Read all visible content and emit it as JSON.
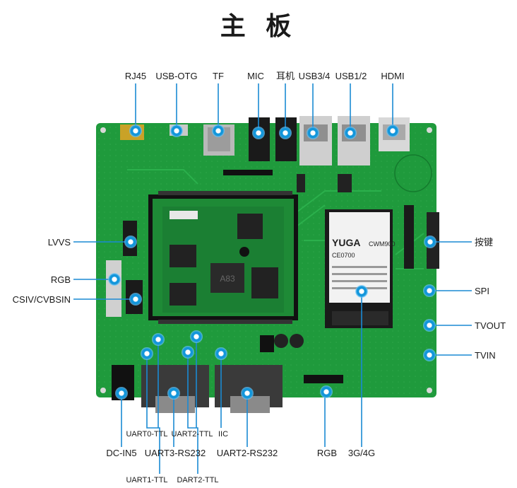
{
  "title": "主 板",
  "board": {
    "module_brand": "YUGA",
    "module_model": "CWM900",
    "module_ce": "CE0700",
    "main_chip": "A83"
  },
  "labels": {
    "rj45": "RJ45",
    "usb_otg": "USB-OTG",
    "tf": "TF",
    "mic": "MIC",
    "earphone": "耳机",
    "usb34": "USB3/4",
    "usb12": "USB1/2",
    "hdmi": "HDMI",
    "lvvs": "LVVS",
    "rgb_left": "RGB",
    "csiv": "CSIV/CVBSIN",
    "button": "按键",
    "spi": "SPI",
    "tvout": "TVOUT",
    "tvin": "TVIN",
    "uart0": "UART0-TTL",
    "uart2ttl": "UART2-TTL",
    "iic": "IIC",
    "dcin": "DC-IN5",
    "uart3": "UART3-RS232",
    "uart2rs": "UART2-RS232",
    "rgb_bottom": "RGB",
    "g34": "3G/4G",
    "uart1": "UART1-TTL",
    "dart2": "DART2-TTL"
  },
  "colors": {
    "pcb": "#1f9a3c",
    "pcb_dark": "#15772d",
    "marker": "#1296db",
    "line": "#1a8ad4",
    "text": "#1a1a1a"
  }
}
